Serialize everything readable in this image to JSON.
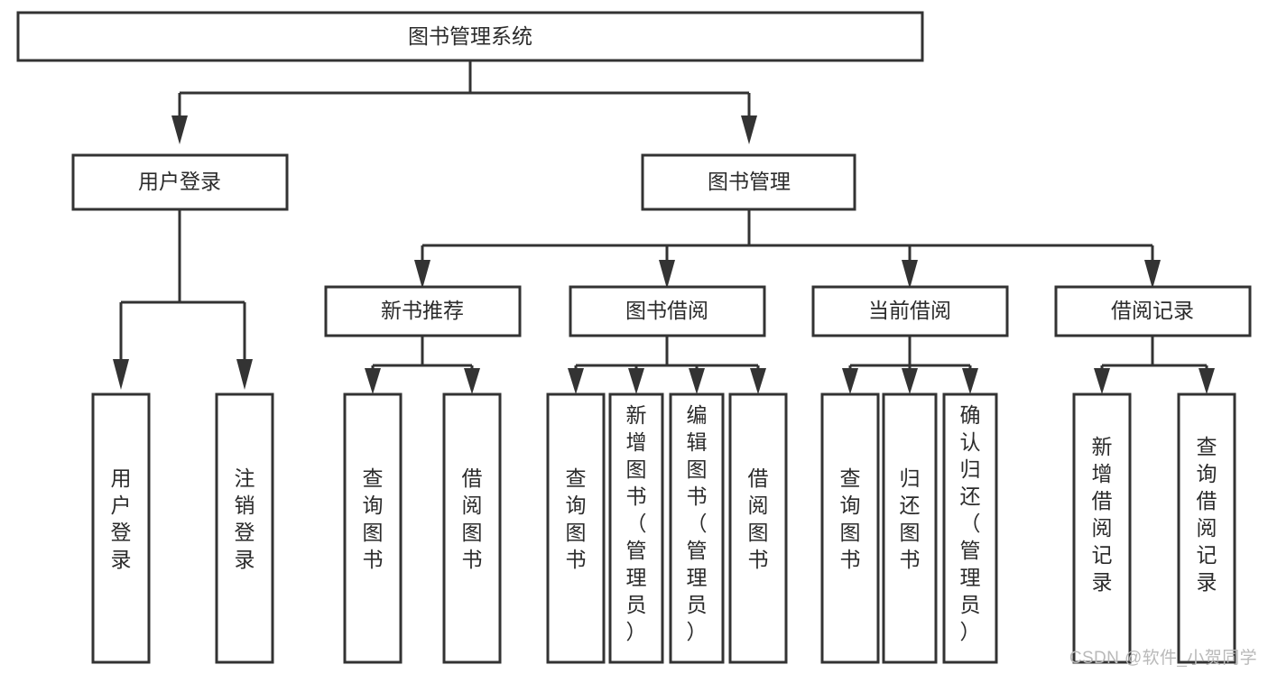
{
  "diagram": {
    "type": "tree-hierarchy",
    "title": "图书管理系统",
    "orientation": "top-down",
    "colors": {
      "box_fill": "#ffffff",
      "box_stroke": "#333333",
      "text": "#2b2b2b",
      "watermark": "#b9b9b9",
      "background": "#ffffff"
    },
    "root": {
      "id": "root",
      "label": "图书管理系统",
      "text_orientation": "horizontal"
    },
    "level2": [
      {
        "id": "user-login",
        "label": "用户登录",
        "text_orientation": "horizontal"
      },
      {
        "id": "book-management",
        "label": "图书管理",
        "text_orientation": "horizontal"
      }
    ],
    "level3": [
      {
        "id": "new-book-recommend",
        "label": "新书推荐",
        "parent": "book-management",
        "text_orientation": "horizontal"
      },
      {
        "id": "book-borrow",
        "label": "图书借阅",
        "parent": "book-management",
        "text_orientation": "horizontal"
      },
      {
        "id": "current-borrow",
        "label": "当前借阅",
        "parent": "book-management",
        "text_orientation": "horizontal"
      },
      {
        "id": "borrow-record",
        "label": "借阅记录",
        "parent": "book-management",
        "text_orientation": "horizontal"
      }
    ],
    "leaves": [
      {
        "id": "leaf-user-login",
        "label": "用户登录",
        "parent": "user-login",
        "text_orientation": "vertical",
        "chars": [
          "用",
          "户",
          "登",
          "录"
        ]
      },
      {
        "id": "leaf-logout-login",
        "label": "注销登录",
        "parent": "user-login",
        "text_orientation": "vertical",
        "chars": [
          "注",
          "销",
          "登",
          "录"
        ]
      },
      {
        "id": "leaf-query-book-1",
        "label": "查询图书",
        "parent": "new-book-recommend",
        "text_orientation": "vertical",
        "chars": [
          "查",
          "询",
          "图",
          "书"
        ]
      },
      {
        "id": "leaf-borrow-book-1",
        "label": "借阅图书",
        "parent": "new-book-recommend",
        "text_orientation": "vertical",
        "chars": [
          "借",
          "阅",
          "图",
          "书"
        ]
      },
      {
        "id": "leaf-query-book-2",
        "label": "查询图书",
        "parent": "book-borrow",
        "text_orientation": "vertical",
        "chars": [
          "查",
          "询",
          "图",
          "书"
        ]
      },
      {
        "id": "leaf-add-book-admin",
        "label": "新增图书（管理员）",
        "parent": "book-borrow",
        "text_orientation": "vertical",
        "chars": [
          "新",
          "增",
          "图",
          "书",
          "（",
          "管",
          "理",
          "员",
          "）"
        ]
      },
      {
        "id": "leaf-edit-book-admin",
        "label": "编辑图书（管理员）",
        "parent": "book-borrow",
        "text_orientation": "vertical",
        "chars": [
          "编",
          "辑",
          "图",
          "书",
          "（",
          "管",
          "理",
          "员",
          "）"
        ]
      },
      {
        "id": "leaf-borrow-book-2",
        "label": "借阅图书",
        "parent": "book-borrow",
        "text_orientation": "vertical",
        "chars": [
          "借",
          "阅",
          "图",
          "书"
        ]
      },
      {
        "id": "leaf-query-book-3",
        "label": "查询图书",
        "parent": "current-borrow",
        "text_orientation": "vertical",
        "chars": [
          "查",
          "询",
          "图",
          "书"
        ]
      },
      {
        "id": "leaf-return-book",
        "label": "归还图书",
        "parent": "current-borrow",
        "text_orientation": "vertical",
        "chars": [
          "归",
          "还",
          "图",
          "书"
        ]
      },
      {
        "id": "leaf-confirm-return-admin",
        "label": "确认归还（管理员）",
        "parent": "current-borrow",
        "text_orientation": "vertical",
        "chars": [
          "确",
          "认",
          "归",
          "还",
          "（",
          "管",
          "理",
          "员",
          "）"
        ]
      },
      {
        "id": "leaf-add-borrow-record",
        "label": "新增借阅记录",
        "parent": "borrow-record",
        "text_orientation": "vertical",
        "chars": [
          "新",
          "增",
          "借",
          "阅",
          "记",
          "录"
        ]
      },
      {
        "id": "leaf-query-borrow-record",
        "label": "查询借阅记录",
        "parent": "borrow-record",
        "text_orientation": "vertical",
        "chars": [
          "查",
          "询",
          "借",
          "阅",
          "记",
          "录"
        ]
      }
    ]
  },
  "watermark": {
    "text": "CSDN @软件_小贺同学"
  }
}
